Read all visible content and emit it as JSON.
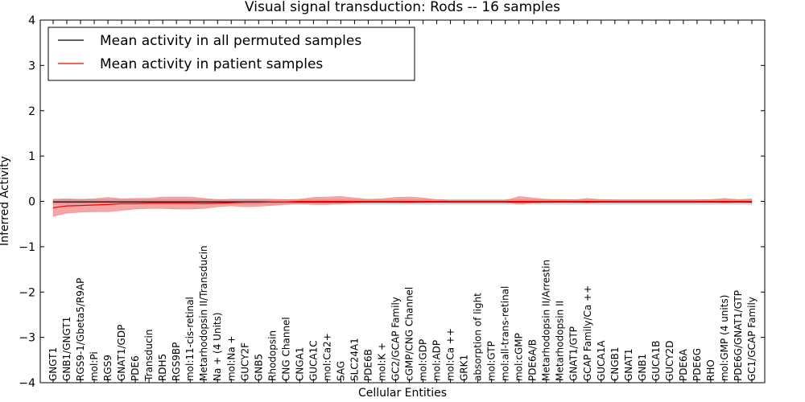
{
  "chart_data": {
    "type": "line",
    "title": "Visual signal transduction: Rods -- 16 samples",
    "xlabel": "Cellular Entities",
    "ylabel": "Inferred Activity",
    "ylim": [
      -4,
      4
    ],
    "yticks": [
      -4,
      -3,
      -2,
      -1,
      0,
      1,
      2,
      3,
      4
    ],
    "ytick_labels": [
      "−4",
      "−3",
      "−2",
      "−1",
      "0",
      "1",
      "2",
      "3",
      "4"
    ],
    "grid": false,
    "legend_position": "top-left",
    "categories": [
      "GNGT1",
      "GNB1/GNGT1",
      "RGS9-1/Gbeta5/R9AP",
      "mol:Pi",
      "RGS9",
      "GNAT1/GDP",
      "PDE6",
      "Transducin",
      "RDH5",
      "RGS9BP",
      "mol:11-cis-retinal",
      "Metarhodopsin II/Transducin",
      "Na + (4 Units)",
      "mol:Na +",
      "GUCY2F",
      "GNB5",
      "Rhodopsin",
      "CNG Channel",
      "CNGA1",
      "GUCA1C",
      "mol:Ca2+",
      "SAG",
      "SLC24A1",
      "PDE6B",
      "mol:K +",
      "GC2/GCAP Family",
      "cGMP/CNG Channel",
      "mol:GDP",
      "mol:ADP",
      "mol:Ca ++",
      "GRK1",
      "absorption of light",
      "mol:GTP",
      "mol:all-trans-retinal",
      "mol:cGMP",
      "PDE6A/B",
      "Metarhodopsin II/Arrestin",
      "Metarhodopsin II",
      "GNAT1/GTP",
      "GCAP Family/Ca ++",
      "GUCA1A",
      "CNGB1",
      "GNAT1",
      "GNB1",
      "GUCA1B",
      "GUCY2D",
      "PDE6A",
      "PDE6G",
      "RHO",
      "mol:GMP (4 units)",
      "PDE6G/GNAT1/GTP",
      "GC1/GCAP Family"
    ],
    "series": [
      {
        "name": "Mean activity in all permuted samples",
        "color": "#000000",
        "band_color": "#bdbdbd",
        "values": [
          -0.01,
          -0.01,
          -0.01,
          -0.01,
          -0.01,
          -0.01,
          -0.01,
          -0.01,
          -0.01,
          -0.01,
          -0.01,
          -0.01,
          -0.01,
          -0.01,
          -0.01,
          -0.01,
          -0.01,
          -0.01,
          -0.01,
          -0.01,
          -0.01,
          -0.01,
          -0.01,
          -0.01,
          -0.01,
          -0.01,
          -0.01,
          -0.01,
          -0.01,
          -0.01,
          -0.01,
          -0.01,
          -0.01,
          -0.01,
          -0.01,
          -0.01,
          -0.01,
          -0.01,
          -0.01,
          -0.01,
          -0.01,
          -0.01,
          -0.01,
          -0.01,
          -0.01,
          -0.01,
          -0.01,
          -0.01,
          -0.01,
          -0.01,
          -0.01,
          -0.01
        ],
        "lower": [
          -0.06,
          -0.06,
          -0.06,
          -0.06,
          -0.06,
          -0.06,
          -0.06,
          -0.06,
          -0.06,
          -0.06,
          -0.06,
          -0.06,
          -0.06,
          -0.06,
          -0.06,
          -0.06,
          -0.06,
          -0.06,
          -0.06,
          -0.06,
          -0.06,
          -0.06,
          -0.06,
          -0.06,
          -0.06,
          -0.06,
          -0.06,
          -0.06,
          -0.06,
          -0.06,
          -0.06,
          -0.06,
          -0.06,
          -0.06,
          -0.06,
          -0.06,
          -0.06,
          -0.06,
          -0.06,
          -0.06,
          -0.06,
          -0.06,
          -0.06,
          -0.06,
          -0.06,
          -0.06,
          -0.06,
          -0.06,
          -0.06,
          -0.06,
          -0.06,
          -0.06
        ],
        "upper": [
          0.04,
          0.04,
          0.04,
          0.04,
          0.04,
          0.04,
          0.04,
          0.04,
          0.04,
          0.04,
          0.04,
          0.04,
          0.04,
          0.04,
          0.04,
          0.04,
          0.04,
          0.04,
          0.04,
          0.04,
          0.04,
          0.04,
          0.04,
          0.04,
          0.04,
          0.04,
          0.04,
          0.04,
          0.04,
          0.04,
          0.04,
          0.04,
          0.04,
          0.04,
          0.04,
          0.04,
          0.04,
          0.04,
          0.04,
          0.04,
          0.04,
          0.04,
          0.04,
          0.04,
          0.04,
          0.04,
          0.04,
          0.04,
          0.04,
          0.04,
          0.04,
          0.04
        ]
      },
      {
        "name": "Mean activity in patient samples",
        "color": "#ff0000",
        "band_color": "#f08080",
        "values": [
          -0.14,
          -0.1,
          -0.09,
          -0.08,
          -0.07,
          -0.05,
          -0.05,
          -0.04,
          -0.04,
          -0.04,
          -0.04,
          -0.05,
          -0.04,
          -0.03,
          -0.02,
          -0.02,
          -0.01,
          -0.01,
          0.0,
          0.0,
          0.0,
          0.0,
          0.0,
          0.0,
          0.0,
          0.0,
          0.0,
          0.0,
          0.0,
          0.0,
          0.0,
          0.0,
          0.0,
          0.0,
          0.0,
          0.0,
          0.0,
          0.0,
          0.0,
          0.0,
          0.0,
          0.0,
          0.0,
          0.0,
          0.0,
          0.0,
          0.0,
          0.0,
          0.0,
          0.0,
          0.0,
          0.0
        ],
        "lower": [
          -0.33,
          -0.26,
          -0.24,
          -0.23,
          -0.23,
          -0.2,
          -0.17,
          -0.16,
          -0.16,
          -0.17,
          -0.17,
          -0.16,
          -0.12,
          -0.1,
          -0.12,
          -0.11,
          -0.09,
          -0.07,
          -0.05,
          -0.07,
          -0.07,
          -0.05,
          -0.03,
          -0.02,
          -0.02,
          -0.02,
          -0.03,
          -0.01,
          -0.01,
          -0.01,
          -0.01,
          -0.01,
          -0.01,
          -0.01,
          -0.06,
          -0.03,
          -0.02,
          -0.01,
          -0.01,
          -0.03,
          -0.01,
          -0.01,
          -0.01,
          -0.01,
          -0.01,
          -0.01,
          -0.01,
          -0.01,
          -0.01,
          -0.03,
          -0.01,
          -0.03
        ],
        "upper": [
          0.05,
          0.06,
          0.05,
          0.06,
          0.09,
          0.06,
          0.07,
          0.07,
          0.1,
          0.1,
          0.1,
          0.07,
          0.04,
          0.05,
          0.05,
          0.05,
          0.05,
          0.04,
          0.05,
          0.09,
          0.1,
          0.11,
          0.08,
          0.05,
          0.06,
          0.09,
          0.1,
          0.08,
          0.04,
          0.02,
          0.02,
          0.02,
          0.02,
          0.02,
          0.11,
          0.08,
          0.05,
          0.04,
          0.03,
          0.07,
          0.04,
          0.03,
          0.03,
          0.03,
          0.03,
          0.03,
          0.03,
          0.03,
          0.04,
          0.07,
          0.04,
          0.06
        ]
      }
    ]
  }
}
